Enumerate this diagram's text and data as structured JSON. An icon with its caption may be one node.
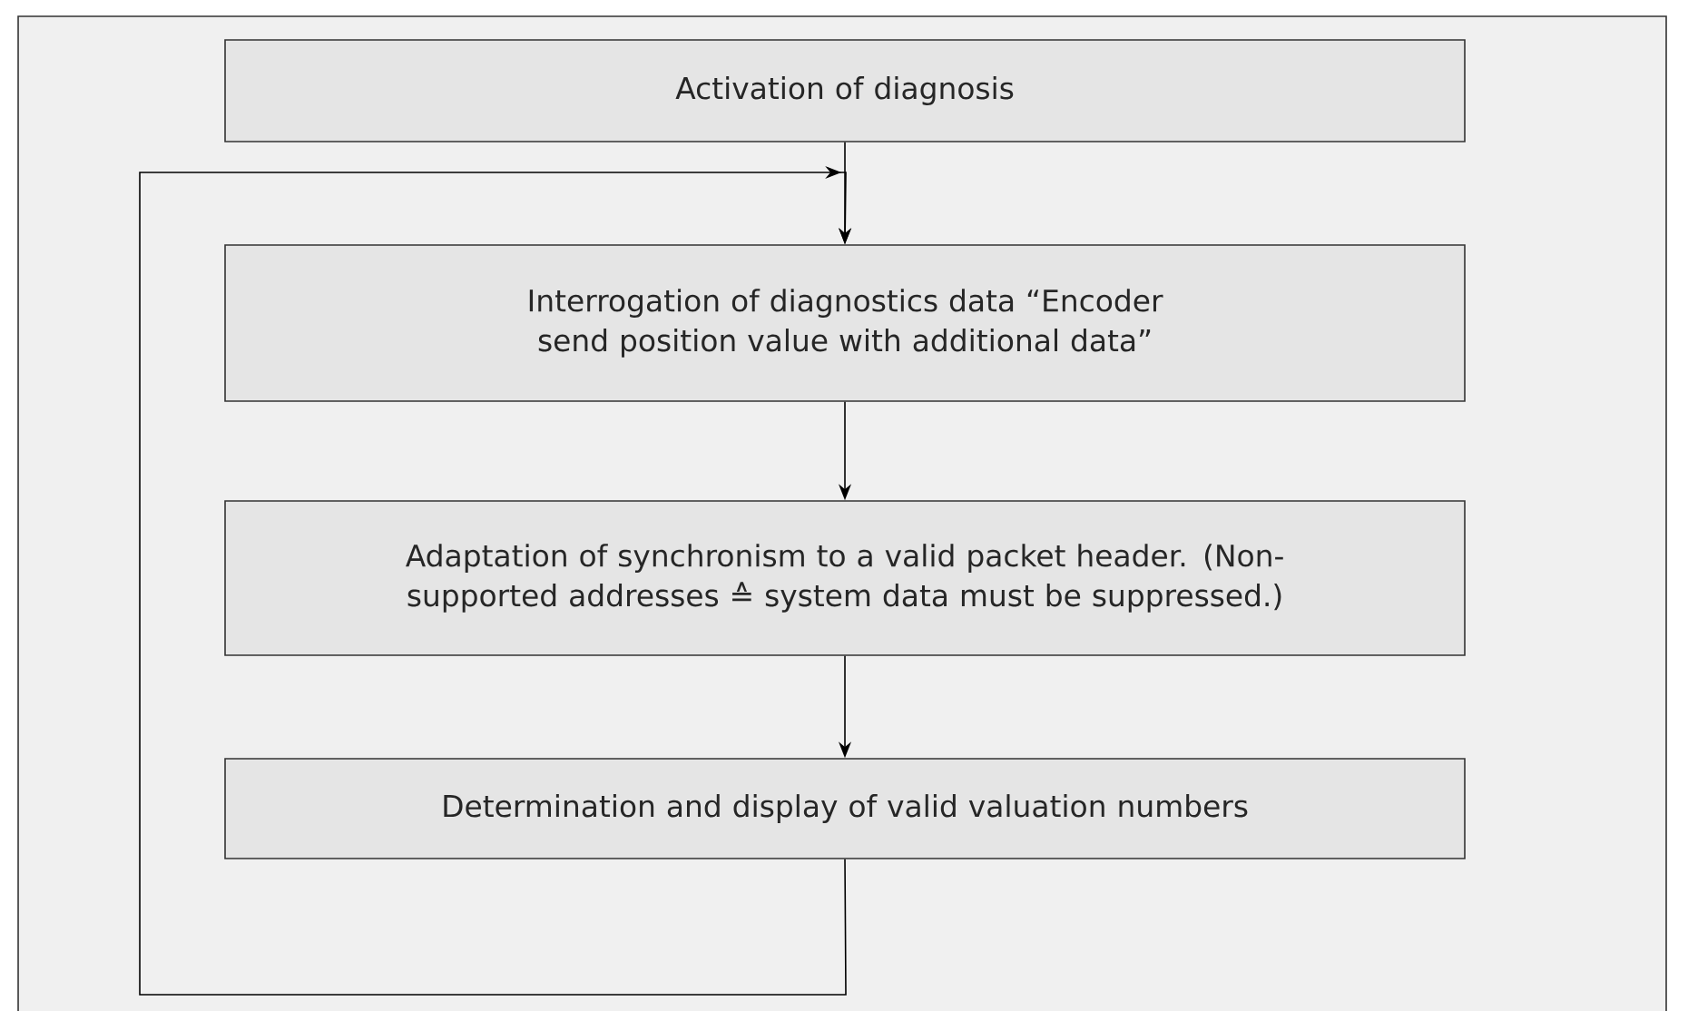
{
  "diagram": {
    "nodes": [
      {
        "text": [
          "Activation of diagnosis"
        ]
      },
      {
        "text": [
          "Interrogation of diagnostics data “Encoder send position value with additional data”"
        ]
      },
      {
        "text": [
          "Adaptation of synchronism to a valid packet header. (Non-supported addresses ≙ system data must be suppressed.)"
        ]
      },
      {
        "text": [
          "Determination and display of valid valuation numbers"
        ]
      }
    ],
    "edges": [
      {
        "from": 0,
        "to": 1,
        "arrow": "to"
      },
      {
        "from": 1,
        "to": 2,
        "arrow": "to"
      },
      {
        "from": 2,
        "to": 3,
        "arrow": "to"
      },
      {
        "from": 3,
        "to": 1,
        "arrow": "to"
      }
    ]
  }
}
